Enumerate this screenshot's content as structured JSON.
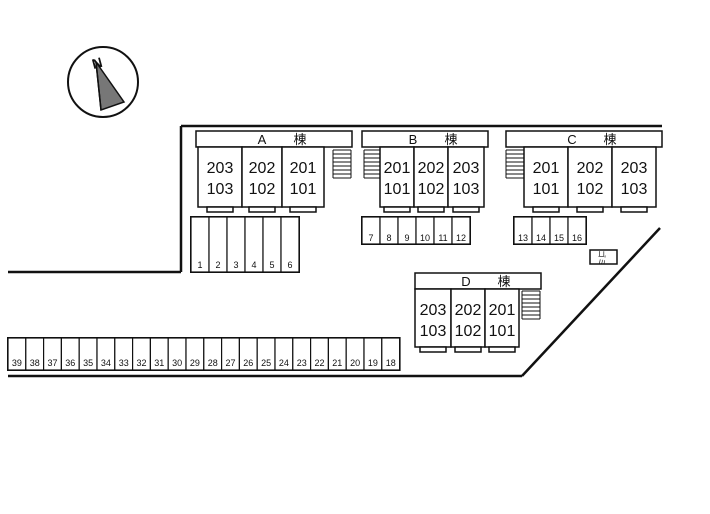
{
  "compass": {
    "label": "N"
  },
  "buildings": {
    "A": {
      "name": "A",
      "suffix": "棟",
      "units": [
        {
          "upper": "203",
          "lower": "103"
        },
        {
          "upper": "202",
          "lower": "102"
        },
        {
          "upper": "201",
          "lower": "101"
        }
      ]
    },
    "B": {
      "name": "B",
      "suffix": "棟",
      "units": [
        {
          "upper": "201",
          "lower": "101"
        },
        {
          "upper": "202",
          "lower": "102"
        },
        {
          "upper": "203",
          "lower": "103"
        }
      ]
    },
    "C": {
      "name": "C",
      "suffix": "棟",
      "units": [
        {
          "upper": "201",
          "lower": "101"
        },
        {
          "upper": "202",
          "lower": "102"
        },
        {
          "upper": "203",
          "lower": "103"
        }
      ]
    },
    "D": {
      "name": "D",
      "suffix": "棟",
      "units": [
        {
          "upper": "203",
          "lower": "103"
        },
        {
          "upper": "202",
          "lower": "102"
        },
        {
          "upper": "201",
          "lower": "101"
        }
      ]
    }
  },
  "parking": {
    "row_a": [
      "1",
      "2",
      "3",
      "4",
      "5",
      "6"
    ],
    "row_b": [
      "7",
      "8",
      "9",
      "10",
      "11",
      "12"
    ],
    "row_c": [
      "13",
      "14",
      "15",
      "16"
    ],
    "row_bottom": [
      "39",
      "38",
      "37",
      "36",
      "35",
      "34",
      "33",
      "32",
      "31",
      "30",
      "29",
      "28",
      "27",
      "26",
      "25",
      "24",
      "23",
      "22",
      "21",
      "20",
      "19",
      "18"
    ]
  },
  "garbage_station": {
    "label": "ゴミ"
  }
}
